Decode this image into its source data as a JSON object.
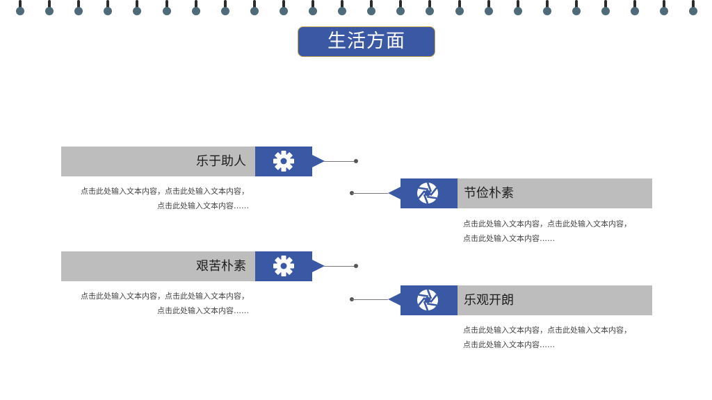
{
  "title": "生活方面",
  "items": [
    {
      "label": "乐于助人",
      "icon": "gear-icon",
      "desc_line1": "点击此处输入文本内容，点击此处输入文本内容，",
      "desc_line2": "点击此处输入文本内容……"
    },
    {
      "label": "节俭朴素",
      "icon": "aperture-icon",
      "desc_line1": "点击此处输入文本内容，点击此处输入文本内容，",
      "desc_line2": "点击此处输入文本内容……"
    },
    {
      "label": "艰苦朴素",
      "icon": "gear-icon",
      "desc_line1": "点击此处输入文本内容，点击此处输入文本内容，",
      "desc_line2": "点击此处输入文本内容……"
    },
    {
      "label": "乐观开朗",
      "icon": "aperture-icon",
      "desc_line1": "点击此处输入文本内容，点击此处输入文本内容，",
      "desc_line2": "点击此处输入文本内容……"
    }
  ],
  "colors": {
    "accent": "#3a58a4",
    "bar": "#bdbdbd",
    "ring": "#4f6b7a",
    "title_border": "#c9a64a"
  }
}
